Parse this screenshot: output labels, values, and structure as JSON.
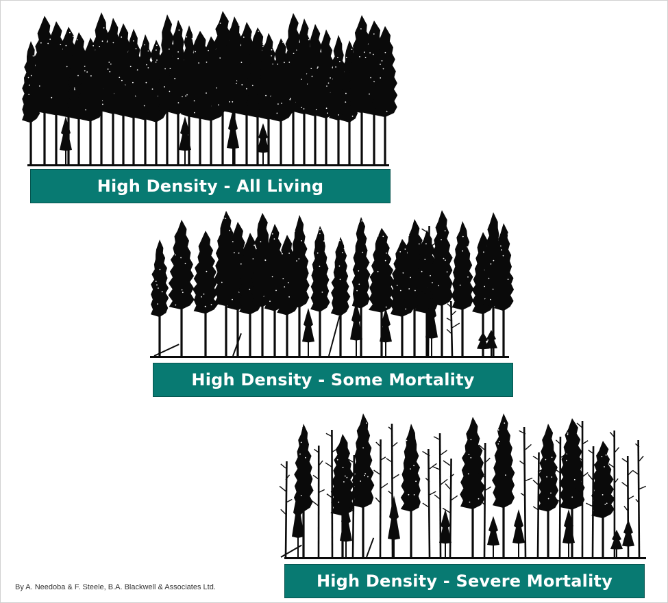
{
  "panels": [
    {
      "label": "High Density - All Living",
      "condition": "all-living"
    },
    {
      "label": "High Density - Some Mortality",
      "condition": "some-mortality"
    },
    {
      "label": "High Density - Severe Mortality",
      "condition": "severe-mortality"
    }
  ],
  "credit": "By A. Needoba & F. Steele, B.A. Blackwell & Associates Ltd.",
  "colors": {
    "bar": "#087a72",
    "tree": "#0a0a0a",
    "label_text": "#ffffff"
  },
  "icons": [
    "living-tree-icon",
    "dead-snag-icon",
    "fallen-log-icon",
    "young-tree-icon"
  ]
}
